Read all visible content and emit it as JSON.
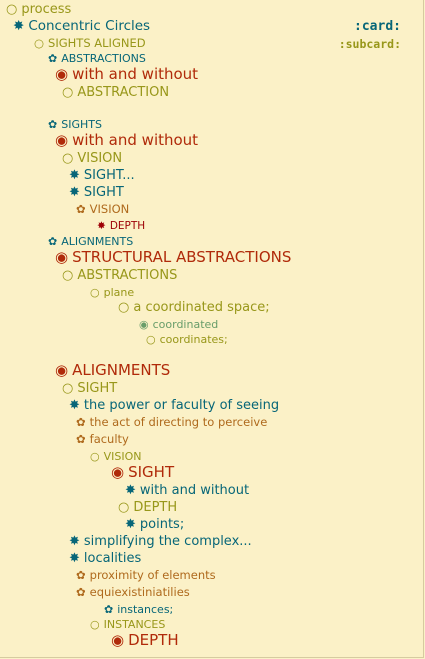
{
  "colors": {
    "background": "#fbf1c7",
    "teal": "#076678",
    "olive": "#98971a",
    "red": "#b02a0a",
    "orange": "#af6a1d",
    "green": "#689d6a",
    "crimson": "#9d0006"
  },
  "badges": {
    "card": ":card:",
    "subcard": ":subcard:"
  },
  "tree": [
    {
      "glyph": "○",
      "label": "process"
    },
    {
      "glyph": "✸",
      "label": "Concentric Circles"
    },
    {
      "glyph": "○",
      "label": "SIGHTS ALIGNED"
    },
    {
      "glyph": "✿",
      "label": "ABSTRACTIONS"
    },
    {
      "glyph": "◉",
      "label": "with and without"
    },
    {
      "glyph": "○",
      "label": "ABSTRACTION"
    },
    {
      "glyph": "✿",
      "label": "SIGHTS"
    },
    {
      "glyph": "◉",
      "label": "with and without"
    },
    {
      "glyph": "○",
      "label": "VISION"
    },
    {
      "glyph": "✸",
      "label": "SIGHT..."
    },
    {
      "glyph": "✸",
      "label": "SIGHT"
    },
    {
      "glyph": "✿",
      "label": "VISION"
    },
    {
      "glyph": "✸",
      "label": "DEPTH"
    },
    {
      "glyph": "✿",
      "label": "ALIGNMENTS"
    },
    {
      "glyph": "◉",
      "label": "STRUCTURAL ABSTRACTIONS"
    },
    {
      "glyph": "○",
      "label": "ABSTRACTIONS"
    },
    {
      "glyph": "○",
      "label": "plane"
    },
    {
      "glyph": "○",
      "label": "a coordinated space;"
    },
    {
      "glyph": "◉",
      "label": "coordinated"
    },
    {
      "glyph": "○",
      "label": "coordinates;"
    },
    {
      "glyph": "◉",
      "label": "ALIGNMENTS"
    },
    {
      "glyph": "○",
      "label": "SIGHT"
    },
    {
      "glyph": "✸",
      "label": "the power or faculty of seeing"
    },
    {
      "glyph": "✿",
      "label": "the act of directing to perceive"
    },
    {
      "glyph": "✿",
      "label": "faculty"
    },
    {
      "glyph": "○",
      "label": "VISION"
    },
    {
      "glyph": "◉",
      "label": "SIGHT"
    },
    {
      "glyph": "✸",
      "label": "with and without"
    },
    {
      "glyph": "○",
      "label": "DEPTH"
    },
    {
      "glyph": "✸",
      "label": "points;"
    },
    {
      "glyph": "✸",
      "label": "simplifying the complex..."
    },
    {
      "glyph": "✸",
      "label": "localities"
    },
    {
      "glyph": "✿",
      "label": "proximity of elements"
    },
    {
      "glyph": "✿",
      "label": "equiexistiniatilies"
    },
    {
      "glyph": "✿",
      "label": "instances;"
    },
    {
      "glyph": "○",
      "label": "INSTANCES"
    },
    {
      "glyph": "◉",
      "label": "DEPTH"
    }
  ]
}
